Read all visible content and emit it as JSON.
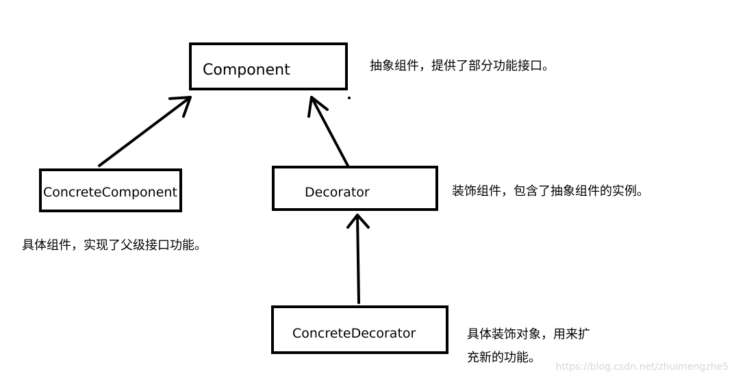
{
  "boxes": {
    "component": "Component",
    "concrete_component": "ConcreteComponent",
    "decorator": "Decorator",
    "concrete_decorator": "ConcreteDecorator"
  },
  "notes": {
    "component": "抽象组件，提供了部分功能接口。",
    "decorator": "装饰组件，包含了抽象组件的实例。",
    "concrete_component": "具体组件，实现了父级接口功能。",
    "concrete_decorator_line1": "具体装饰对象，用来扩",
    "concrete_decorator_line2": "充新的功能。"
  },
  "watermark": "https://blog.csdn.net/zhuimengzhe5"
}
